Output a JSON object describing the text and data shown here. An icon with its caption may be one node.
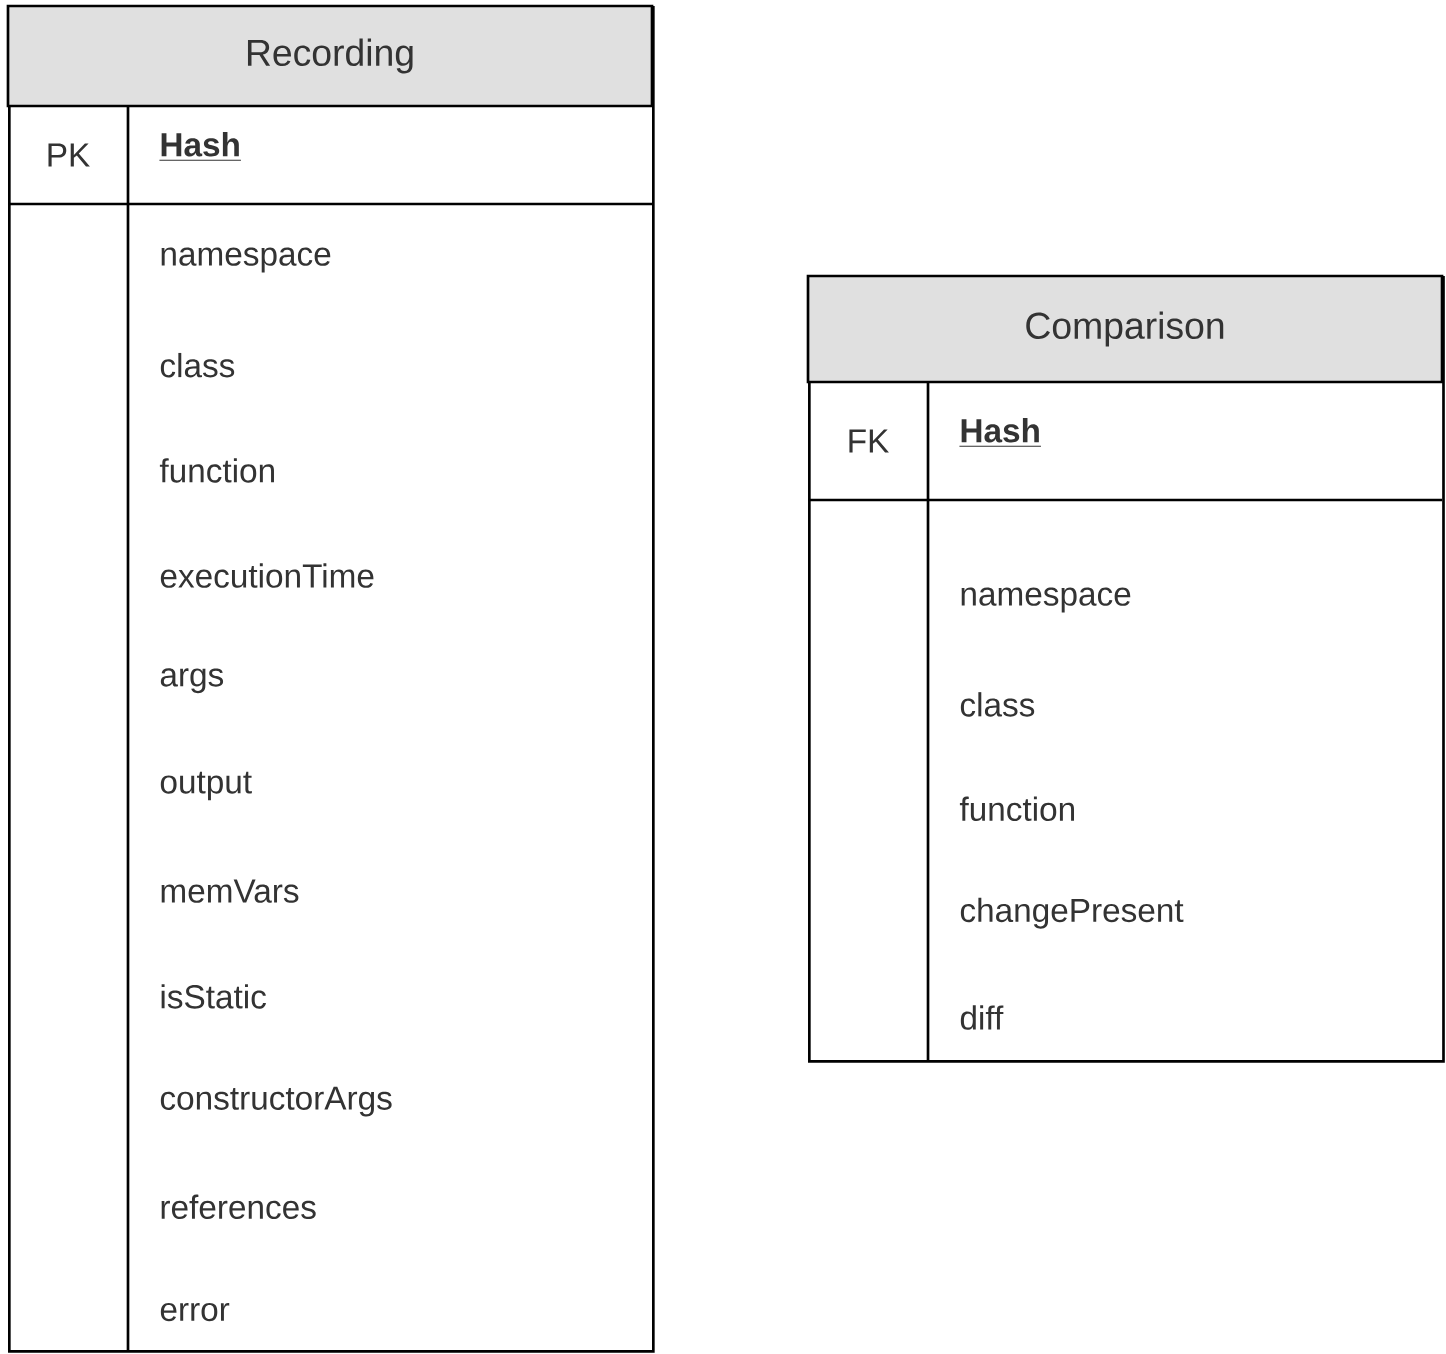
{
  "diagram": {
    "nodes": [
      {
        "text": [
          "Recording",
          "PK",
          "Hash",
          "namespace",
          "class",
          "function",
          "executionTime",
          "args",
          "output",
          "memVars",
          "isStatic",
          "constructorArgs",
          "references",
          "error"
        ]
      },
      {
        "text": [
          "Comparison",
          "FK",
          "Hash",
          "namespace",
          "class",
          "function",
          "changePresent",
          "diff"
        ]
      }
    ]
  }
}
